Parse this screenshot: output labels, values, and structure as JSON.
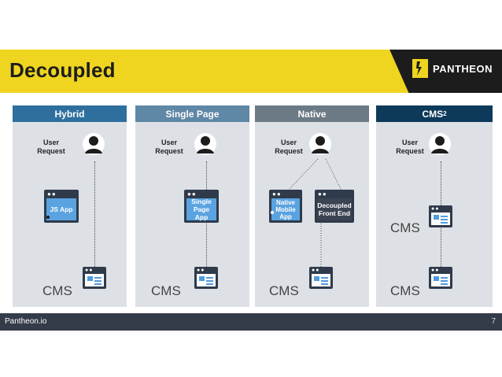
{
  "slide": {
    "title": "Decoupled",
    "logo_text": "PANTHEON",
    "footer_text": "Pantheon.io",
    "page_number": "7"
  },
  "colors": {
    "banner_yellow": "#efd51f",
    "hybrid_header": "#2e6f9e",
    "single_page_header": "#5f87a6",
    "native_header": "#6c7a86",
    "cms2_header": "#0d3a5a",
    "panel_bg": "#dde1e6",
    "footer_bg": "#333c48",
    "accent_blue": "#5aa3e0"
  },
  "panels": [
    {
      "header": "Hybrid",
      "user_request": [
        "User",
        "Request"
      ],
      "apps": [
        "JS App"
      ],
      "cms": [
        "CMS"
      ]
    },
    {
      "header": "Single Page",
      "user_request": [
        "User",
        "Request"
      ],
      "apps": [
        "Single\nPage App"
      ],
      "cms": [
        "CMS"
      ]
    },
    {
      "header": "Native",
      "user_request": [
        "User",
        "Request"
      ],
      "apps": [
        "Native\nMobile\nApp",
        "Decoupled\nFront End"
      ],
      "cms": [
        "CMS"
      ]
    },
    {
      "header": "CMS",
      "header_sup": "2",
      "user_request": [
        "User",
        "Request"
      ],
      "apps": [],
      "cms": [
        "CMS",
        "CMS"
      ]
    }
  ],
  "icons": [
    "user-icon",
    "app-window-icon",
    "cms-window-icon",
    "pantheon-logo-icon"
  ]
}
